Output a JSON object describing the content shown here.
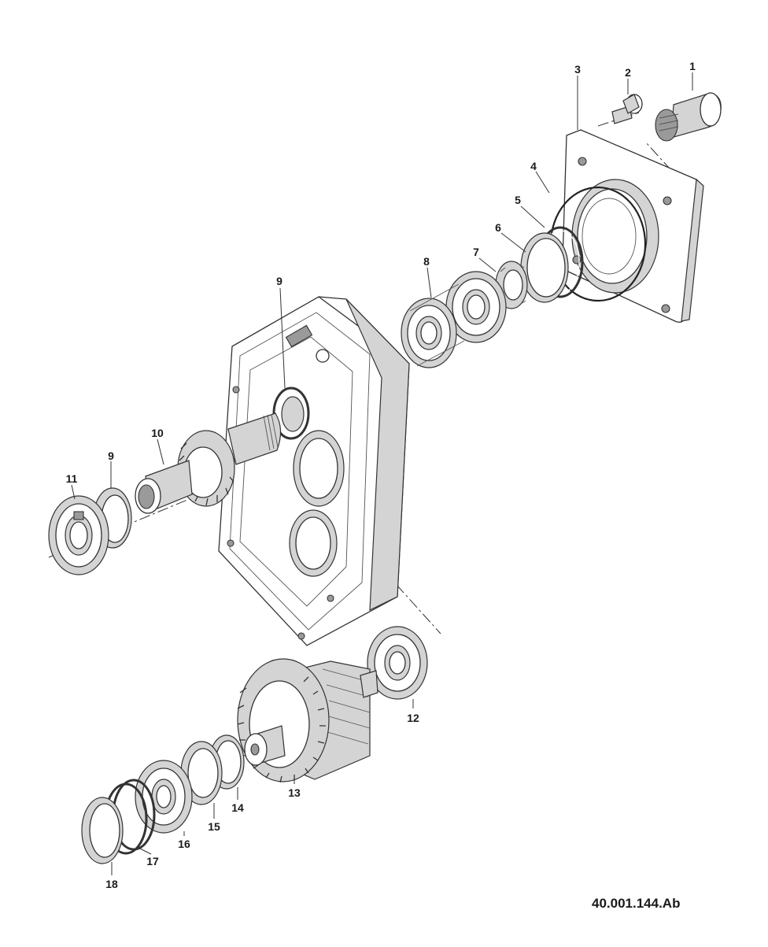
{
  "diagram": {
    "reference_code": "40.001.144.Ab",
    "parts": [
      {
        "number": "1"
      },
      {
        "number": "2"
      },
      {
        "number": "3"
      },
      {
        "number": "4"
      },
      {
        "number": "5"
      },
      {
        "number": "6"
      },
      {
        "number": "7"
      },
      {
        "number": "8"
      },
      {
        "number": "9"
      },
      {
        "number": "9"
      },
      {
        "number": "10"
      },
      {
        "number": "11"
      },
      {
        "number": "12"
      },
      {
        "number": "13"
      },
      {
        "number": "14"
      },
      {
        "number": "15"
      },
      {
        "number": "16"
      },
      {
        "number": "17"
      },
      {
        "number": "18"
      }
    ]
  }
}
